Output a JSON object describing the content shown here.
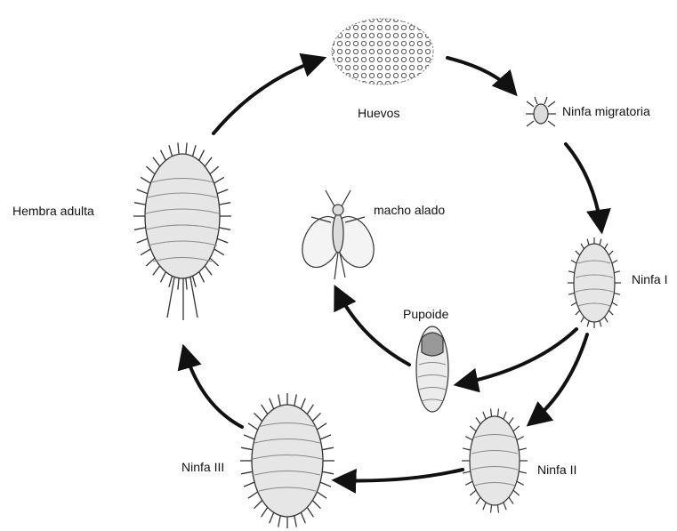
{
  "diagram": {
    "labels": {
      "huevos": "Huevos",
      "ninfa_migratoria": "Ninfa migratoria",
      "macho_alado": "macho alado",
      "hembra_adulta": "Hembra adulta",
      "ninfa_1": "Ninfa I",
      "pupoide": "Pupoide",
      "ninfa_2": "Ninfa II",
      "ninfa_3": "Ninfa III"
    },
    "colors": {
      "arrow": "#111111",
      "ink": "#222222",
      "body_fill": "#e6e6e6"
    }
  }
}
